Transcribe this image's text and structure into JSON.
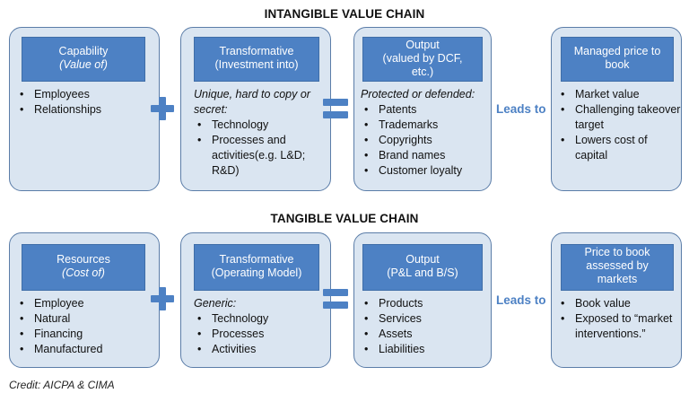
{
  "intangible": {
    "title": "INTANGIBLE VALUE CHAIN",
    "capability": {
      "header_line1": "Capability",
      "header_line2": "(Value of)",
      "items": [
        "Employees",
        "Relationships"
      ]
    },
    "transformative": {
      "header_line1": "Transformative",
      "header_line2": "(Investment into)",
      "intro": "Unique, hard to copy or secret:",
      "items": [
        "Technology",
        "Processes and activities(e.g. L&D; R&D)"
      ]
    },
    "output": {
      "header_line1": "Output",
      "header_line2": "(valued by DCF,",
      "header_line3": "etc.)",
      "intro": "Protected or defended:",
      "items": [
        "Patents",
        "Trademarks",
        "Copyrights",
        "Brand names",
        "Customer loyalty"
      ]
    },
    "leads_to": "Leads to",
    "result": {
      "header_line1": "Managed price to",
      "header_line2": "book",
      "items": [
        "Market value",
        "Challenging takeover target",
        "Lowers cost of capital"
      ]
    }
  },
  "tangible": {
    "title": "TANGIBLE VALUE CHAIN",
    "resources": {
      "header_line1": "Resources",
      "header_line2": "(Cost of)",
      "items": [
        "Employee",
        "Natural",
        "Financing",
        "Manufactured"
      ]
    },
    "transformative": {
      "header_line1": "Transformative",
      "header_line2": "(Operating Model)",
      "intro": "Generic:",
      "items": [
        "Technology",
        "Processes",
        "Activities"
      ]
    },
    "output": {
      "header_line1": "Output",
      "header_line2": "(P&L and B/S)",
      "items": [
        "Products",
        "Services",
        "Assets",
        "Liabilities"
      ]
    },
    "leads_to": "Leads to",
    "result": {
      "header_line1": "Price to book",
      "header_line2": "assessed by",
      "header_line3": "markets",
      "items": [
        "Book value",
        "Exposed to “market interventions.”"
      ]
    }
  },
  "credit": "Credit: AICPA & CIMA",
  "colors": {
    "accent": "#4d81c4",
    "box_fill": "#dae5f1",
    "box_border": "#5b7da8"
  }
}
